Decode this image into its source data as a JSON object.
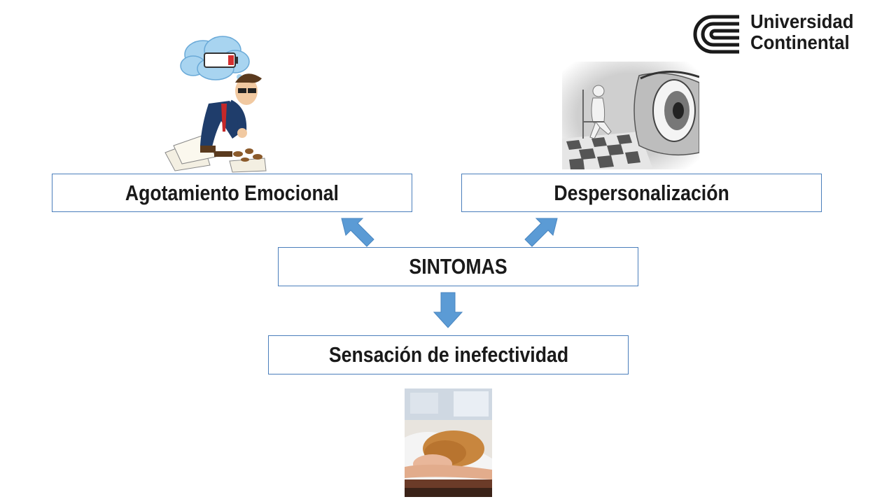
{
  "logo": {
    "line1": "Universidad",
    "line2": "Continental",
    "icon": "universidad-continental-emblem"
  },
  "diagram": {
    "top_left_label": "Agotamiento Emocional",
    "top_right_label": "Despersonalización",
    "center_label": "SINTOMAS",
    "bottom_label": "Sensación de inefectividad"
  },
  "colors": {
    "box_border": "#4a7ebb",
    "arrow_fill": "#5b9bd5",
    "text": "#1a1a1a"
  },
  "icons": {
    "exhausted": "exhausted-businessman-illustration",
    "depersonalization": "eye-and-figure-sketch",
    "inefficacy": "person-asleep-on-desk-photo"
  }
}
